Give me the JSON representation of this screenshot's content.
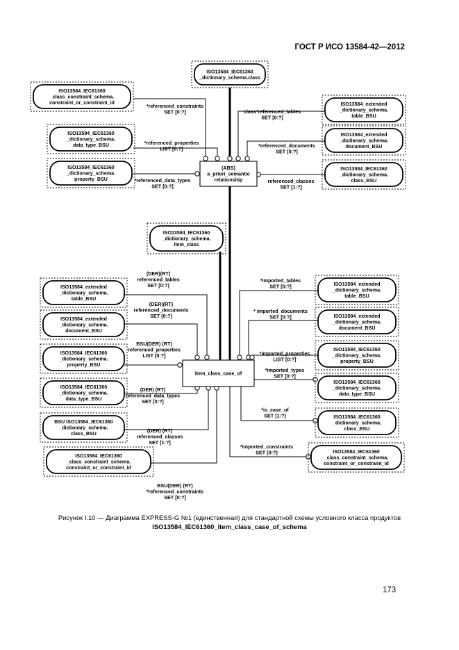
{
  "header": {
    "doc_code": "ГОСТ Р ИСО 13584-42—2012"
  },
  "figure": {
    "caption": "Рисунок I.10 — Диаграмма EXPRESS-G №1 (единственная) для стандартной схемы условного класса продуктов",
    "schema_name": "ISO13584_IEC61360_item_class_case_of_schema"
  },
  "page_number": "173",
  "nodes": {
    "class_ref": [
      "ISO13584_IEC61360",
      "_dictionary_schema.class"
    ],
    "constraint_top": [
      "ISO13584_IEC61360",
      "_class_constraint_schema.",
      "constraint_or_constraint_id"
    ],
    "data_type_top": [
      "ISO13584_IEC61360",
      "_dictionary_schema.",
      "data_type_BSU"
    ],
    "property_top": [
      "ISO13584_IEC61360",
      "_dictionary_schema.",
      "property_BSU"
    ],
    "table_top": [
      "ISO13584_extended",
      "_dictionary_schema.",
      "table_BSU"
    ],
    "document_top": [
      "ISO13584_extended",
      "_dictionary_schema.",
      "document_BSU"
    ],
    "class_top_right": [
      "ISO13584_IEC61360",
      "_dictionary_schema.",
      "class_BSU"
    ],
    "abs_entity": [
      "(ABS)",
      "a_priori_semantic",
      "relationship"
    ],
    "item_class_ref": [
      "ISO13584_IEC61360",
      "_dictionary_schema.",
      "item_class"
    ],
    "main_entity": [
      "item_class_case_of"
    ],
    "l_table": [
      "ISO13584_extended",
      "_dictionary_schema.",
      "table_BSU"
    ],
    "l_document": [
      "ISO13584_extended",
      "_dictionary_schema.",
      "document_BSU"
    ],
    "l_property": [
      "ISO13584_IEC61360",
      "_dictionary_schema.",
      "property_BSU"
    ],
    "l_data_type": [
      "ISO13584_IEC61360",
      "_dictionary_schema.",
      "data_type_BSU"
    ],
    "l_class": [
      "BSU ISO13584_IEC61360",
      "_dictionary_schema.",
      "class_BSU"
    ],
    "l_constraint": [
      "ISO13584_IEC61360",
      "_class_constraint_schema.",
      "constraint_or_constraint_id"
    ],
    "r_table": [
      "ISO13584_extended",
      "_dictionary_schema.",
      "table_BSU"
    ],
    "r_document": [
      "ISO13584_extended",
      "_dictionary_schema.",
      "document_BSU"
    ],
    "r_property": [
      "ISO13584_IEC61360",
      "_dictionary_schema.",
      "property_BSU"
    ],
    "r_data_type": [
      "ISO13584_IEC61360",
      "_dictionary_schema.",
      "data_type_BSU"
    ],
    "r_class": [
      "ISO13584_IEC61360",
      "_dictionary_schema.",
      "class_BSU"
    ],
    "r_constraint": [
      "ISO13584_IEC61360",
      "_class_constraint_schema.",
      "constraint_or_constraint_id"
    ]
  },
  "labels": {
    "top_ref_constraints": [
      "*referenced_constraints",
      "SET [0:?]"
    ],
    "top_ref_properties": [
      "*referenced_properties",
      "LIST [0:?]"
    ],
    "top_ref_data_types": [
      "*referenced_data_types",
      "SET [0:?]"
    ],
    "top_ref_tables": [
      "class*referenced_tables",
      "SET [0:?]"
    ],
    "top_ref_documents": [
      "*referenced_documents",
      "SET [0:?]"
    ],
    "top_ref_classes": [
      "referenced_classes",
      "SET [1:?]"
    ],
    "l_ref_tables": [
      "(DER)(RT)",
      "referenced_tables",
      "SET [0:?]"
    ],
    "l_ref_documents": [
      "(DER)(RT)",
      "referenced_documents",
      "SET [0:?]"
    ],
    "l_ref_properties": [
      "BSU(DER) (RT)",
      "referenced_properties",
      "LIST [0:?]"
    ],
    "l_ref_data_types": [
      "(DER) (RT)",
      "referenced_data_types",
      "SET [0:?]"
    ],
    "l_ref_classes": [
      "(DER) (RT)",
      "referenced_classes",
      "SET [1:?]"
    ],
    "l_ref_constraints": [
      "BSU(DER) (RT)",
      "*referenced_constraints",
      "SET [0:?]"
    ],
    "r_imp_tables": [
      "*imported_tables",
      "SET [0:?]"
    ],
    "r_imp_documents": [
      "* imported_documents",
      "SET [0:?]"
    ],
    "r_imp_properties": [
      "*imported_properties",
      "LIST [0:?]"
    ],
    "r_imp_types": [
      "*imported_types",
      "SET [0:?]"
    ],
    "r_is_case_of": [
      "*is_case_of",
      "SET [1:?]"
    ],
    "r_imp_constraints": [
      "*imported_constraints",
      "SET [0:?]"
    ]
  }
}
